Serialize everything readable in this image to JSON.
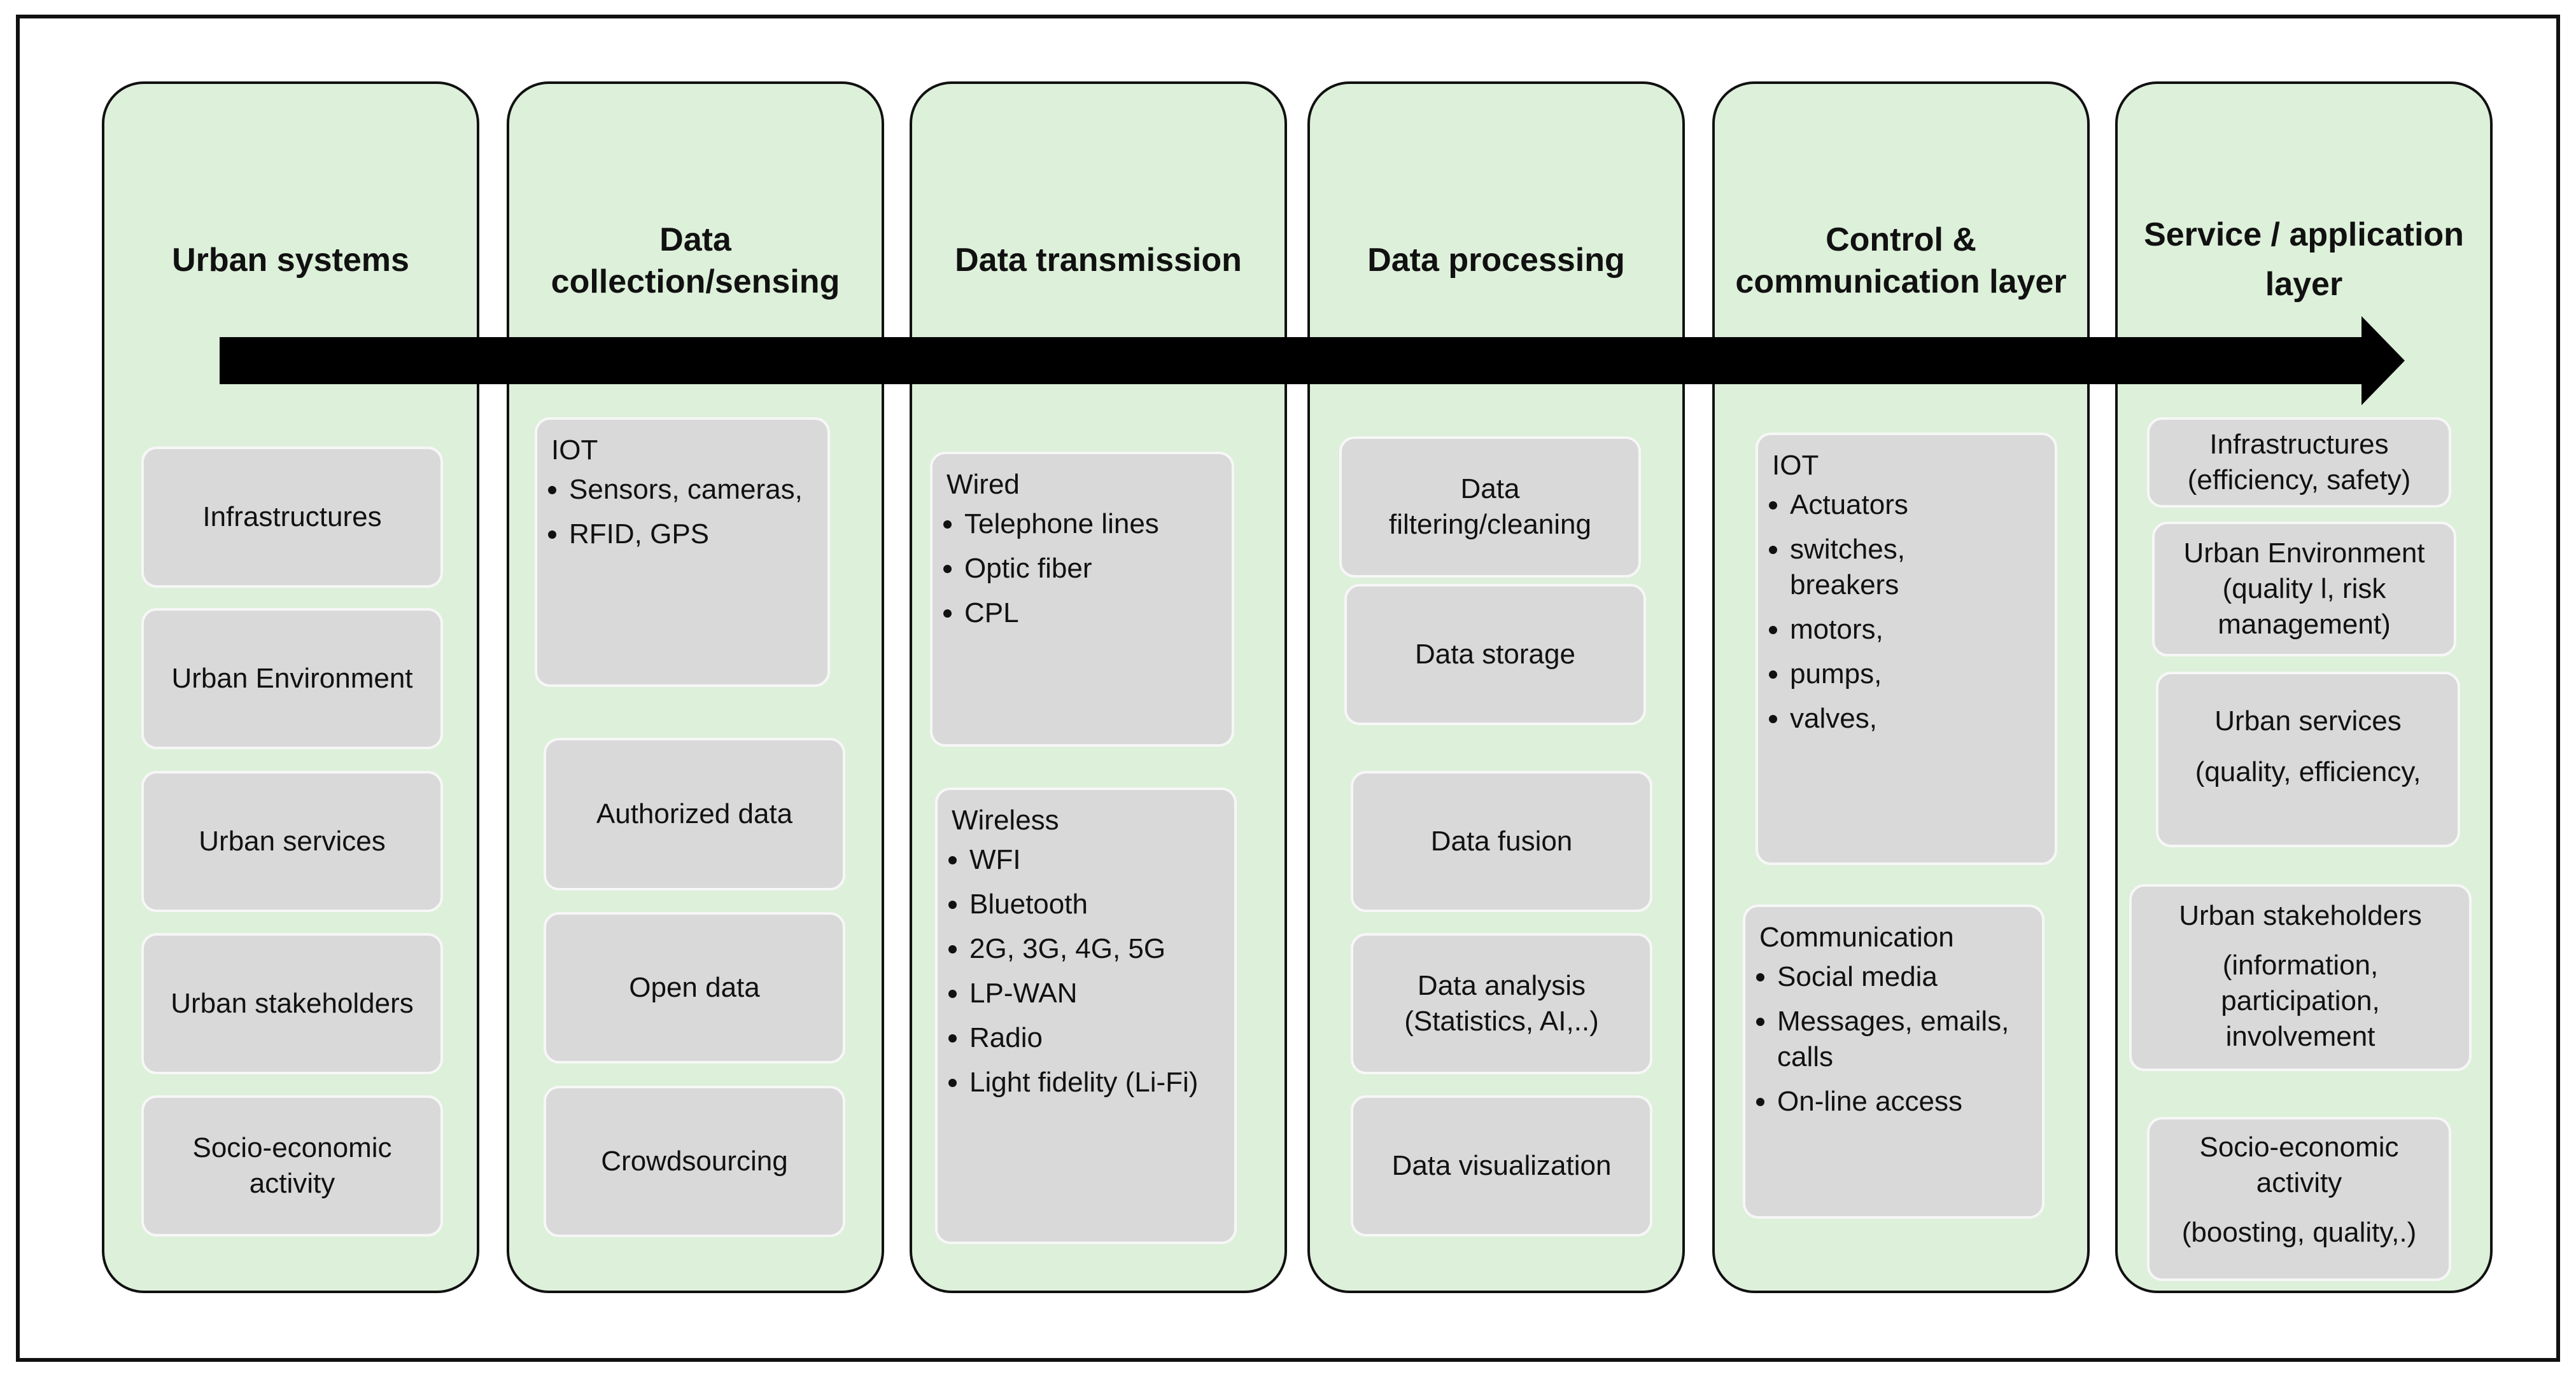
{
  "columns": [
    {
      "title": "Urban systems",
      "items": [
        "Infrastructures",
        "Urban Environment",
        "Urban services",
        "Urban stakeholders",
        "Socio-economic activity"
      ]
    },
    {
      "title": "Data collection/sensing",
      "iot": {
        "title": "IOT",
        "items": [
          "Sensors, cameras,",
          "RFID, GPS"
        ]
      },
      "items": [
        "Authorized data",
        "Open data",
        "Crowdsourcing"
      ]
    },
    {
      "title": "Data transmission",
      "wired": {
        "title": "Wired",
        "items": [
          "Telephone lines",
          "Optic fiber",
          "CPL"
        ]
      },
      "wireless": {
        "title": "Wireless",
        "items": [
          "WFI",
          "Bluetooth",
          "2G, 3G, 4G, 5G",
          "LP-WAN",
          "Radio",
          "Light fidelity (Li-Fi)"
        ]
      }
    },
    {
      "title": "Data processing",
      "items": [
        "Data filtering/cleaning",
        "Data storage",
        "Data fusion",
        "Data analysis (Statistics, AI,..)",
        "Data visualization"
      ]
    },
    {
      "title": "Control & communication layer",
      "iot": {
        "title": "IOT",
        "items": [
          "Actuators",
          "switches, breakers",
          "motors,",
          "pumps,",
          "valves,"
        ]
      },
      "communication": {
        "title": "Communication",
        "items": [
          "Social media",
          "Messages, emails, calls",
          "On-line access"
        ]
      }
    },
    {
      "title": "Service / application layer",
      "items": [
        "Infrastructures (efficiency, safety)",
        "Urban Environment (quality l, risk management)",
        "Urban services",
        "(quality, efficiency,",
        "Urban stakeholders",
        "(information, participation, involvement",
        "Socio-economic activity",
        "(boosting, quality,.)"
      ]
    }
  ]
}
